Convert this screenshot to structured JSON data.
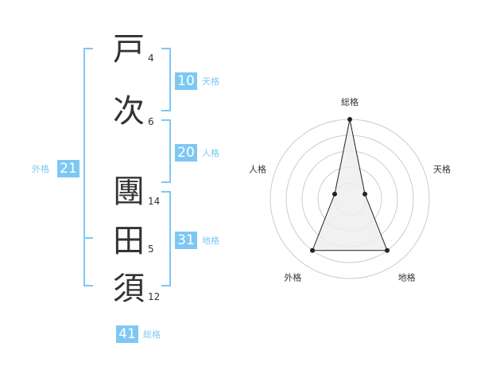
{
  "name": {
    "chars": [
      {
        "char": "戸",
        "strokes": "4"
      },
      {
        "char": "次",
        "strokes": "6"
      },
      {
        "char": "團",
        "strokes": "14"
      },
      {
        "char": "田",
        "strokes": "5"
      },
      {
        "char": "須",
        "strokes": "12"
      }
    ]
  },
  "fortunes": {
    "tenkaku": {
      "value": "10",
      "label": "天格"
    },
    "jinkaku": {
      "value": "20",
      "label": "人格"
    },
    "chikaku": {
      "value": "31",
      "label": "地格"
    },
    "gaikaku": {
      "value": "21",
      "label": "外格"
    },
    "soukaku": {
      "value": "41",
      "label": "総格"
    }
  },
  "chart_data": {
    "type": "radar",
    "axes": [
      "総格",
      "天格",
      "地格",
      "外格",
      "人格"
    ],
    "values": [
      5,
      1,
      4,
      4,
      1
    ],
    "max": 5,
    "rings": 5,
    "colors": {
      "fill": "#eeeeee",
      "line": "#222222",
      "ring": "#cccccc",
      "accent": "#7dc8f3"
    }
  }
}
